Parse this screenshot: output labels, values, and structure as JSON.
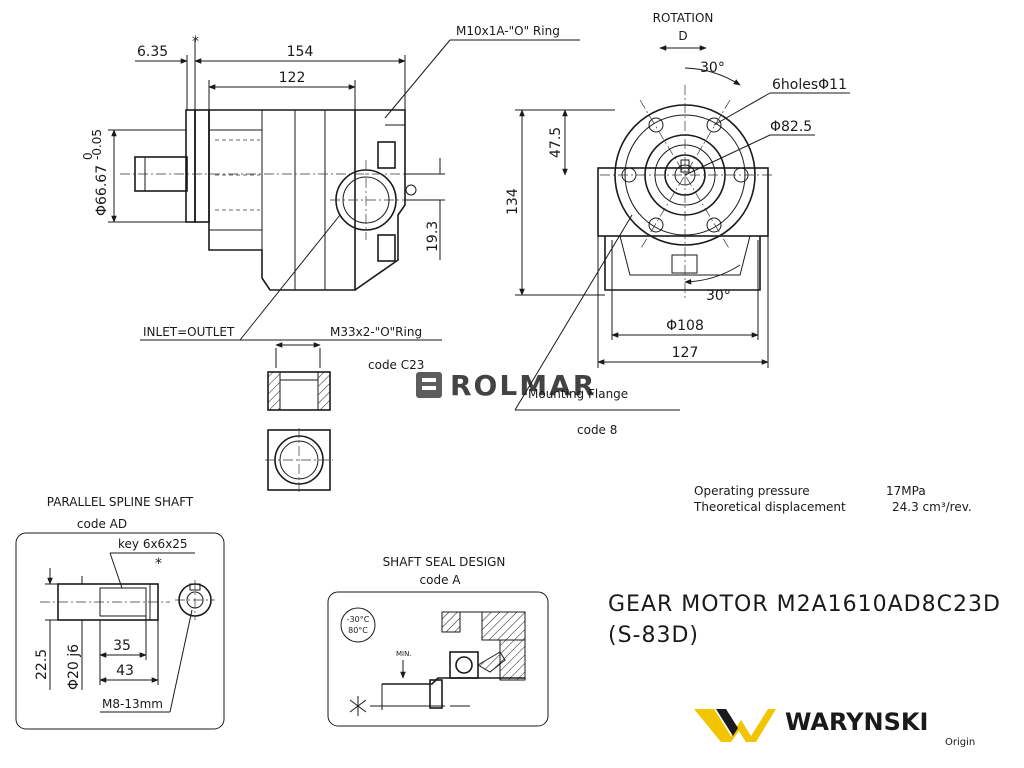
{
  "side_view": {
    "dim_6_35": "6.35",
    "dim_154": "154",
    "dim_122": "122",
    "dim_shaft_dia_main": "Φ66.67",
    "dim_shaft_dia_tol": "-0.05",
    "dim_shaft_dia_tol_top": "0",
    "dim_19_3": "19.3",
    "drain_port": "M10x1A-\"O\" Ring",
    "inlet_outlet": "INLET=OUTLET",
    "port_thread": "M33x2-\"O\"Ring",
    "port_code": "code C23",
    "asterisk": "*"
  },
  "front_view": {
    "rotation": "ROTATION",
    "rotation_letter": "D",
    "angle_top": "30°",
    "angle_bottom": "30°",
    "holes": "6holesΦ11",
    "pcd": "Φ82.5",
    "dim_47_5": "47.5",
    "dim_134": "134",
    "dim_108": "Φ108",
    "dim_127": "127",
    "flange_label": "Mounting Flange",
    "flange_code": "code 8"
  },
  "watermark": "ROLMAR",
  "specs": {
    "pressure_label": "Operating pressure",
    "pressure_value": "17MPa",
    "displacement_label": "Theoretical displacement",
    "displacement_value": "24.3 cm³/rev."
  },
  "spline_shaft": {
    "title": "PARALLEL SPLINE SHAFT",
    "code": "code AD",
    "key": "key 6x6x25",
    "dim_22_5": "22.5",
    "dim_20": "Φ20 j6",
    "dim_35": "35",
    "dim_43": "43",
    "thread": "M8-13mm",
    "asterisk": "*"
  },
  "shaft_seal": {
    "title": "SHAFT SEAL DESIGN",
    "code": "code A",
    "temp_low": "-30°C",
    "temp_high": "80°C",
    "min": "MIN."
  },
  "product": {
    "line1": "GEAR MOTOR  M2A1610AD8C23D",
    "line2": "(S-83D)"
  },
  "brand": {
    "name": "WARYNSKI",
    "sub": "Origin",
    "color_yellow": "#f2c500",
    "color_dark": "#1a1a1a"
  }
}
